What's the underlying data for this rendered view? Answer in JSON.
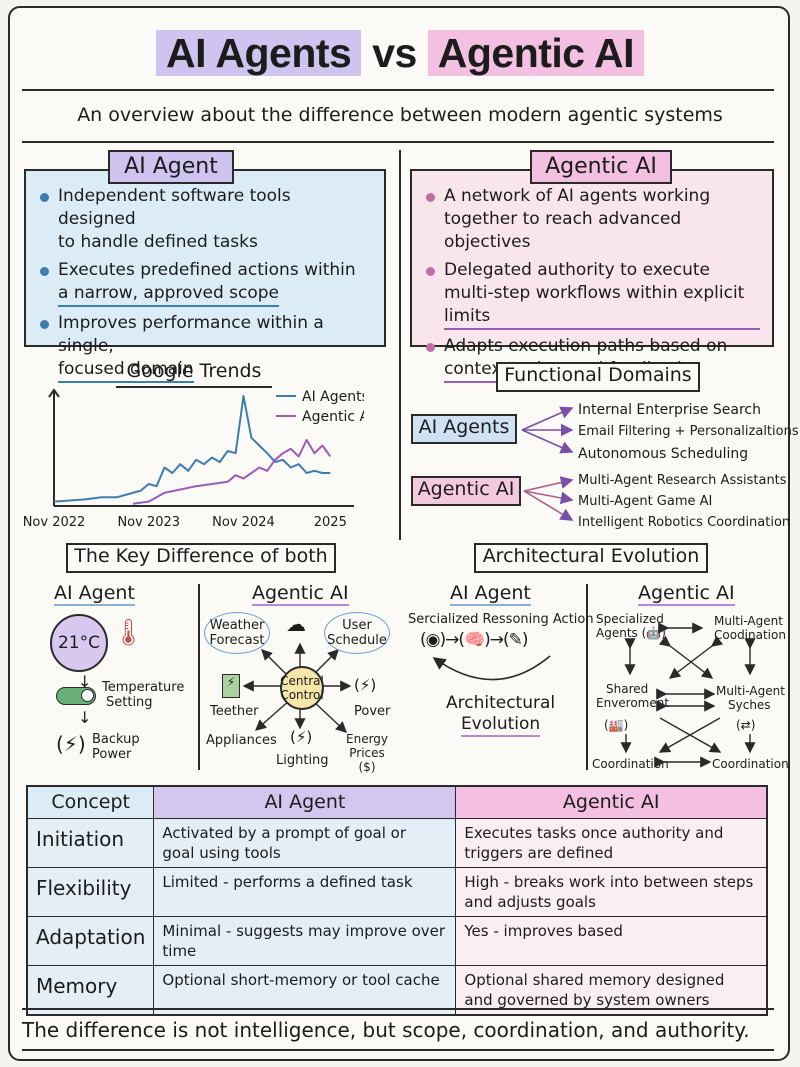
{
  "header": {
    "title_left": "AI Agents",
    "title_mid": "vs",
    "title_right": "Agentic AI",
    "subtitle": "An overview about the difference between modern agentic systems"
  },
  "colors": {
    "blue_panel": "#dcecf6",
    "pink_panel": "#f9e6ec",
    "purple_head": "#cfc3ef",
    "pink_head": "#f4c0e2",
    "blue_series": "#3f7cb0",
    "purple_series": "#9b5bb8"
  },
  "ai_agent_panel": {
    "heading": "AI Agent",
    "bullets": [
      [
        "Independent software tools designed",
        "to handle defined tasks"
      ],
      [
        "Executes predefined actions within",
        "a narrow, approved scope"
      ],
      [
        "Improves performance within a single,",
        "focused domain"
      ]
    ]
  },
  "agentic_panel": {
    "heading": "Agentic AI",
    "bullets": [
      [
        "A network of AI agents working",
        "together to reach advanced objectives"
      ],
      [
        "Delegated authority to execute",
        "multi-step workflows within explicit limits"
      ],
      [
        "Adapts execution paths based on",
        "context, rules, and feedback"
      ]
    ]
  },
  "chart_data": {
    "type": "line",
    "title": "Google Trends",
    "x_tick_labels": [
      "Nov 2022",
      "Nov 2023",
      "Nov 2024",
      "2025"
    ],
    "x_ticks": [
      0,
      12,
      24,
      35
    ],
    "xlim": [
      0,
      38
    ],
    "ylim": [
      0,
      100
    ],
    "legend": "top-right",
    "series": [
      {
        "name": "AI Agents",
        "color": "#3f7cb0",
        "points": [
          [
            0,
            4
          ],
          [
            2,
            5
          ],
          [
            4,
            6
          ],
          [
            6,
            8
          ],
          [
            8,
            8
          ],
          [
            10,
            12
          ],
          [
            11,
            14
          ],
          [
            12,
            20
          ],
          [
            13,
            18
          ],
          [
            14,
            35
          ],
          [
            15,
            30
          ],
          [
            16,
            38
          ],
          [
            17,
            32
          ],
          [
            18,
            42
          ],
          [
            19,
            38
          ],
          [
            20,
            44
          ],
          [
            21,
            40
          ],
          [
            22,
            50
          ],
          [
            23,
            48
          ],
          [
            24,
            100
          ],
          [
            25,
            62
          ],
          [
            26,
            55
          ],
          [
            27,
            48
          ],
          [
            28,
            40
          ],
          [
            29,
            42
          ],
          [
            30,
            35
          ],
          [
            31,
            38
          ],
          [
            32,
            30
          ],
          [
            33,
            32
          ],
          [
            34,
            30
          ],
          [
            35,
            30
          ]
        ]
      },
      {
        "name": "Agentic AI",
        "color": "#9b5bb8",
        "points": [
          [
            10,
            2
          ],
          [
            12,
            4
          ],
          [
            13,
            8
          ],
          [
            14,
            12
          ],
          [
            16,
            15
          ],
          [
            18,
            18
          ],
          [
            20,
            20
          ],
          [
            22,
            22
          ],
          [
            23,
            28
          ],
          [
            24,
            25
          ],
          [
            25,
            30
          ],
          [
            26,
            35
          ],
          [
            27,
            32
          ],
          [
            28,
            42
          ],
          [
            29,
            48
          ],
          [
            30,
            52
          ],
          [
            31,
            45
          ],
          [
            32,
            60
          ],
          [
            33,
            48
          ],
          [
            34,
            55
          ],
          [
            35,
            45
          ]
        ]
      }
    ]
  },
  "domains": {
    "heading": "Functional Domains",
    "groups": [
      {
        "label": "AI Agents",
        "items": [
          "Internal Enterprise Search",
          "Email Filtering + Personalizaltions",
          "Autonomous Scheduling"
        ]
      },
      {
        "label": "Agentic AI",
        "items": [
          "Multi-Agent Research Assistants",
          "Multi-Agent Game AI",
          "Intelligent Robotics Coordination"
        ]
      }
    ]
  },
  "key_difference": {
    "heading": "The Key Difference of both",
    "left_heading": "AI Agent",
    "temp": "21°C",
    "temp_setting": [
      "Temperature",
      "Setting"
    ],
    "backup": [
      "Backup",
      "Power"
    ],
    "right_heading": "Agentic AI",
    "weather": [
      "Weather",
      "Forecast"
    ],
    "user_schedule": [
      "User",
      "Schedule"
    ],
    "central": [
      "Central",
      "Control"
    ],
    "teether": "Teether",
    "pover": "Pover",
    "appliances": "Appliances",
    "lighting": "Lighting",
    "energy": [
      "Energy",
      "Prices",
      "($)"
    ]
  },
  "arch": {
    "heading": "Architectural Evolution",
    "left_heading": "AI Agent",
    "flow_label": "Sercialized Ressoning Action",
    "bottom_label": [
      "Architectural",
      "Evolution"
    ],
    "right_heading": "Agentic AI",
    "specialized": [
      "Specialized",
      "Agents"
    ],
    "multi_coord": [
      "Multi-Agent",
      "Coodination"
    ],
    "shared": [
      "Shared",
      "Enveroment"
    ],
    "multi_syches": [
      "Multi-Agent",
      "Syches"
    ],
    "coord_left": "Coordination",
    "coord_right": "Coordination"
  },
  "table": {
    "headers": [
      "Concept",
      "AI Agent",
      "Agentic AI"
    ],
    "rows": [
      {
        "concept": "Initiation",
        "agent": [
          "Activated by a prompt of goal or",
          "goal using tools"
        ],
        "agentic": [
          "Executes tasks once authority and",
          "triggers are defined"
        ]
      },
      {
        "concept": "Flexibility",
        "agent": [
          "Limited - performs a defined task"
        ],
        "agentic": [
          "High - breaks work into between steps",
          "and adjusts goals"
        ]
      },
      {
        "concept": "Adaptation",
        "agent": [
          "Minimal - suggests may improve over",
          "time"
        ],
        "agentic": [
          "Yes - improves based"
        ]
      },
      {
        "concept": "Memory",
        "agent": [
          "Optional short-memory or tool cache"
        ],
        "agentic": [
          "Optional shared memory designed",
          "and governed by system owners"
        ]
      }
    ]
  },
  "footer": "The difference is not intelligence, but scope, coordination, and authority."
}
